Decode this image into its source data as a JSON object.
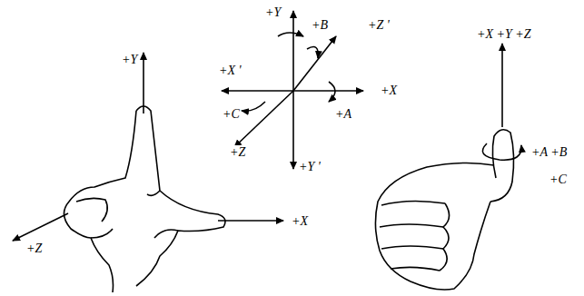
{
  "diagram": {
    "labels": [
      "+Y",
      "+B",
      "+Z '",
      "+X '",
      "+X",
      "+C",
      "+A",
      "+Z",
      "+Y '",
      "+Y",
      "+Z",
      "+X",
      "+X +Y +Z",
      "+A +B",
      "+C"
    ]
  }
}
